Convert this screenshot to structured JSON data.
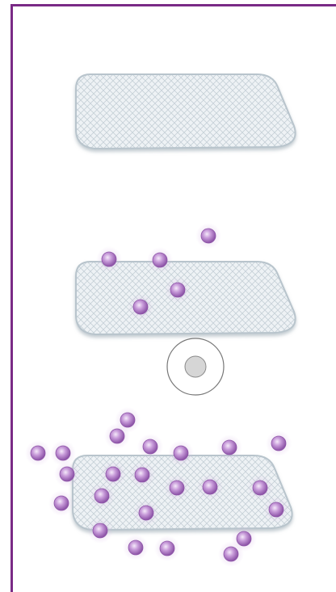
{
  "diagram": {
    "panels": [
      {
        "id": "panel-1"
      },
      {
        "id": "panel-2"
      },
      {
        "id": "panel-3"
      }
    ]
  },
  "colors": {
    "border": "#7a2a86",
    "platform_fill": "#e9eef2",
    "platform_stroke": "#b8c4cc",
    "particle": "#b57fcf",
    "particle_highlight": "#f3e6f8",
    "magnet_outer": "#ffffff",
    "magnet_inner": "#d8d8d8"
  }
}
